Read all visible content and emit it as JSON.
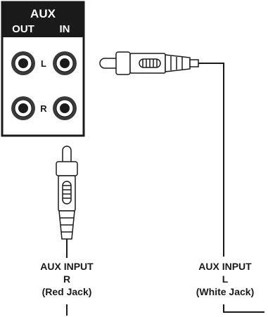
{
  "panel": {
    "title": "AUX",
    "out_label": "OUT",
    "in_label": "IN",
    "left_channel": "L",
    "right_channel": "R"
  },
  "left_connection": {
    "line1": "AUX INPUT",
    "line2": "R",
    "line3": "(Red Jack)"
  },
  "right_connection": {
    "line1": "AUX INPUT",
    "line2": "L",
    "line3": "(White Jack)"
  },
  "colors": {
    "ink": "#1a1a1a",
    "panel_header": "#1a1a1a",
    "panel_body": "#ffffff",
    "jack_ring": "#3a3a3a",
    "background": "#ffffff"
  }
}
